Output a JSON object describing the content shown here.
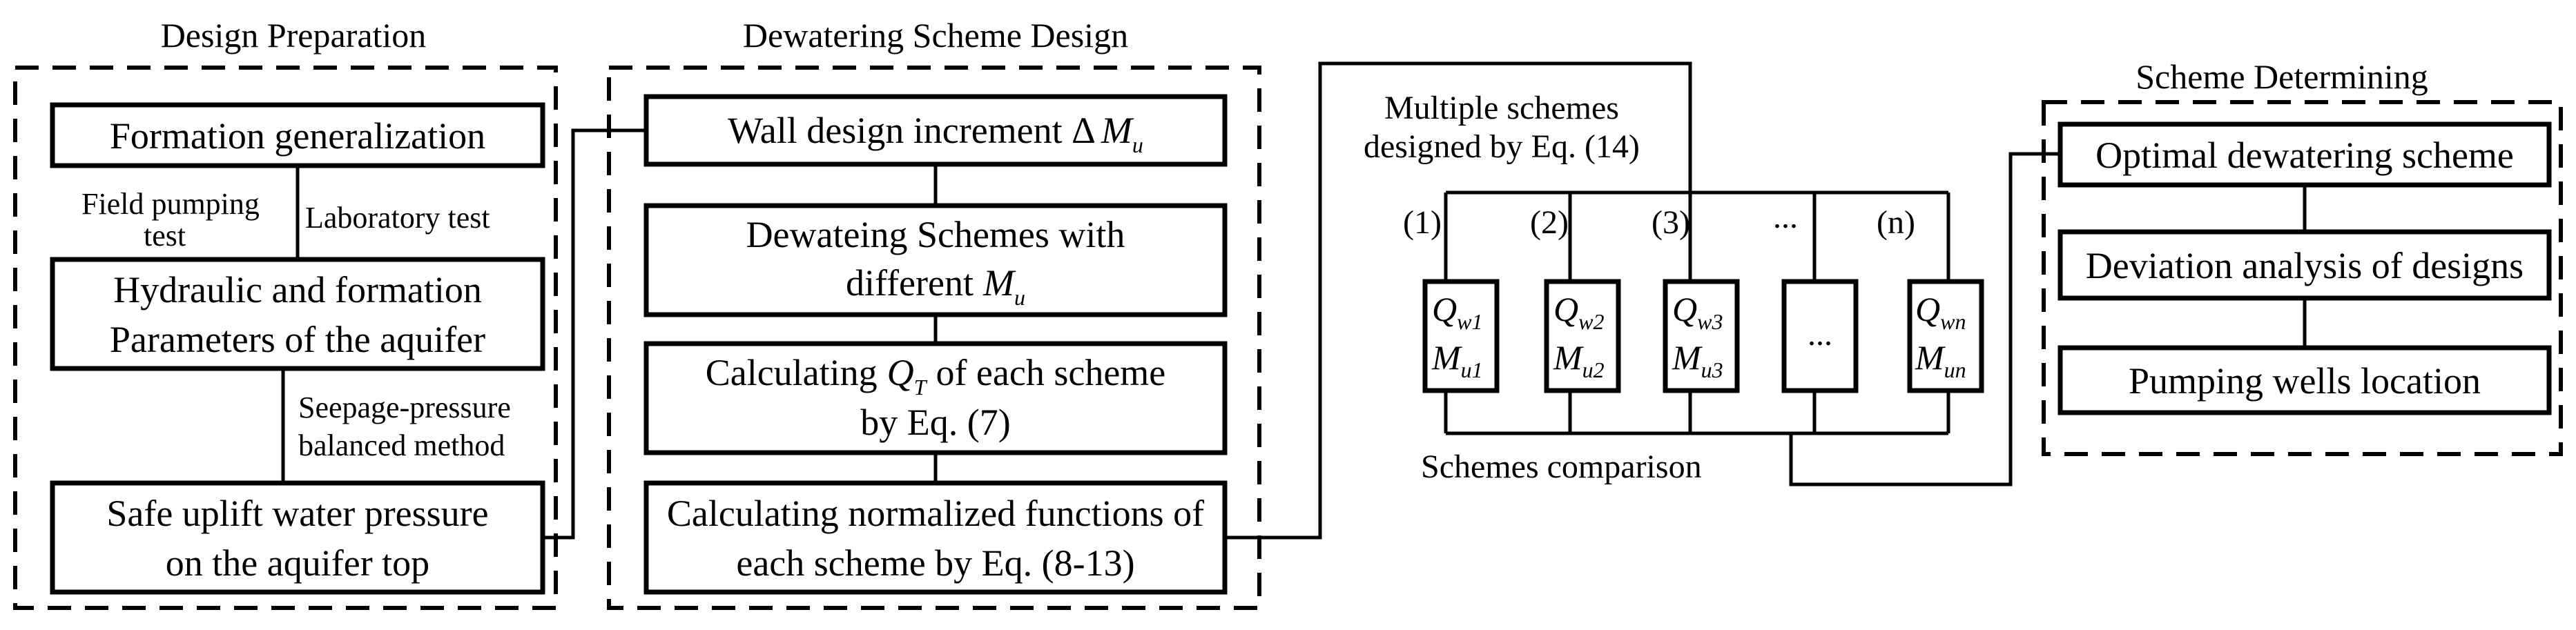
{
  "sections": {
    "prep": "Design Preparation",
    "dewatering": "Dewatering Scheme Design",
    "determining": "Scheme Determining"
  },
  "prep": {
    "box1": "Formation generalization",
    "field_test_1": "Field pumping",
    "field_test_2": "test",
    "lab_test": "Laboratory test",
    "box2_line1": "Hydraulic and formation",
    "box2_line2": "Parameters of the aquifer",
    "method_1": "Seepage-pressure",
    "method_2": "balanced method",
    "box3_line1": "Safe uplift water pressure",
    "box3_line2": "on the aquifer top"
  },
  "design": {
    "box1": "Wall design increment Δ",
    "box1_var": "M",
    "box1_sub": "u",
    "box2_line1": "Dewateing Schemes with",
    "box2_line2": "different",
    "box2_var": "M",
    "box2_sub": "u",
    "box3_line1a": "Calculating",
    "box3_var": "Q",
    "box3_sub": "T",
    "box3_line1b": "of each scheme",
    "box3_line2": "by Eq. (7)",
    "box4_line1": "Calculating normalized functions of",
    "box4_line2": "each scheme by Eq. (8-13)"
  },
  "schemes": {
    "multi_1": "Multiple schemes",
    "multi_2": "designed by Eq. (14)",
    "labels": [
      "(1)",
      "(2)",
      "(3)",
      "...",
      "(n)"
    ],
    "boxes": [
      {
        "q": "Q",
        "qs": "w1",
        "m": "M",
        "ms": "u1"
      },
      {
        "q": "Q",
        "qs": "w2",
        "m": "M",
        "ms": "u2"
      },
      {
        "q": "Q",
        "qs": "w3",
        "m": "M",
        "ms": "u3"
      },
      {
        "ellipsis": "..."
      },
      {
        "q": "Q",
        "qs": "wn",
        "m": "M",
        "ms": "un"
      }
    ],
    "comparison": "Schemes comparison"
  },
  "determining": {
    "box1": "Optimal dewatering scheme",
    "box2": "Deviation analysis of designs",
    "box3": "Pumping wells location"
  }
}
